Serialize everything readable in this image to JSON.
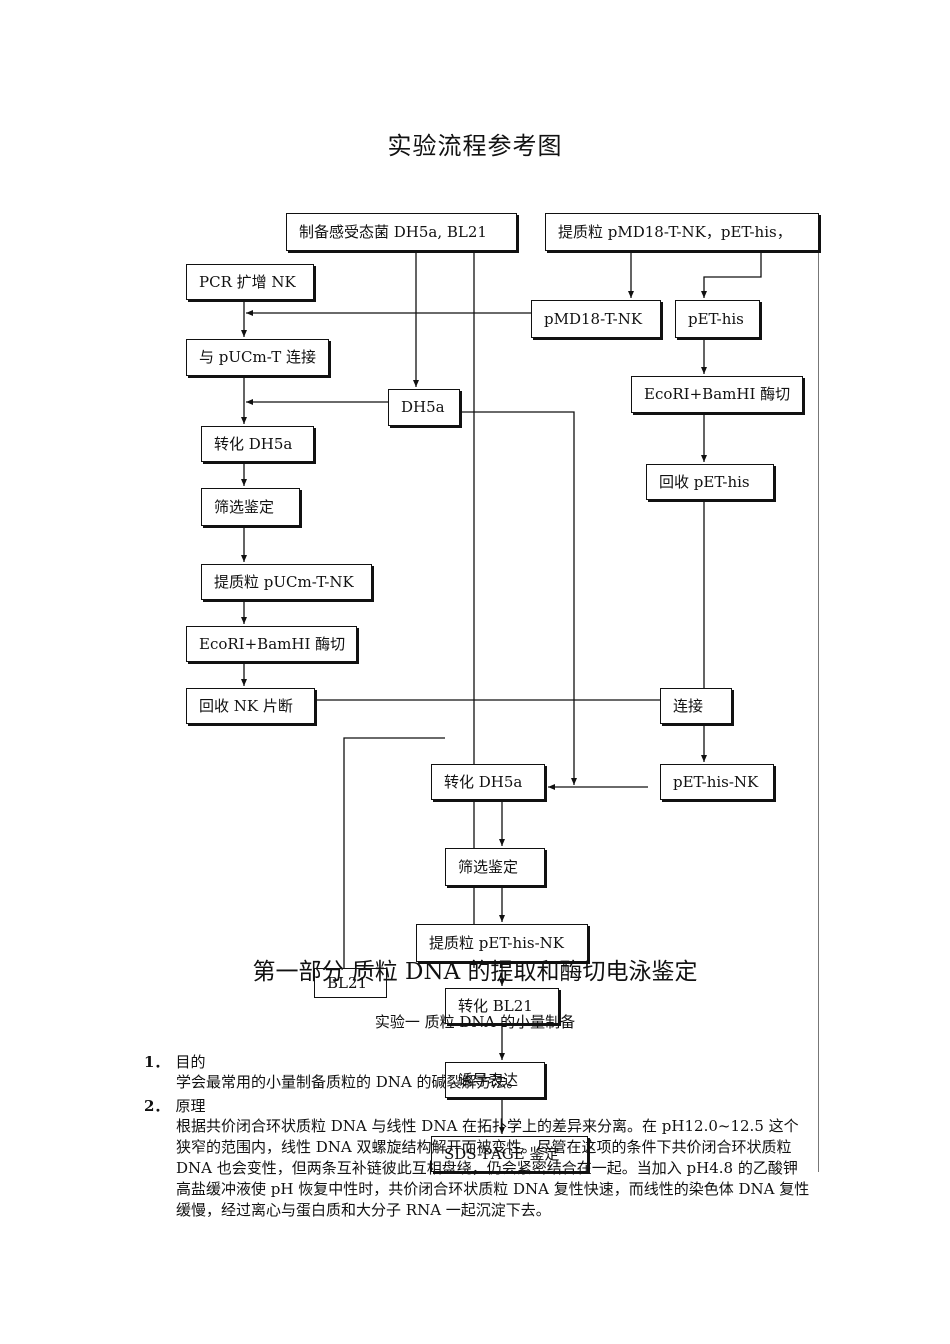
{
  "page_title": "实验流程参考图",
  "flowchart": {
    "prep_competent": "制备感受态菌 DH5a, BL21",
    "extract_plasmid": "提质粒  pMD18-T-NK，pET-his，",
    "pcr": "PCR 扩增 NK",
    "pmd18": "pMD18-T-NK",
    "pet_his": "pET-his",
    "ligate_pucm": "与 pUCm-T 连接",
    "dh5a": "DH5a",
    "ecori_1": "EcoRI+BamHI 酶切",
    "transform_1": "转化 DH5a",
    "recover_pet": "回收 pET-his",
    "screen_1": "筛选鉴定",
    "extract_pucm": "提质粒 pUCm-T-NK",
    "ecori_2": "EcoRI+BamHI 酶切",
    "recover_nk": "回收 NK 片断",
    "ligation": "连接",
    "transform_2": "转化 DH5a",
    "pet_his_nk": "pET-his-NK",
    "screen_2": "筛选鉴定",
    "extract_pet_nk": "提质粒 pET-his-NK",
    "bl21": "BL21",
    "transform_bl21": "转化 BL21",
    "induce": "诱导表达",
    "sds": "SDS-PAGE 鉴定"
  },
  "section": {
    "part_title": "第一部分  质粒 DNA 的提取和酶切电泳鉴定",
    "exp_title": "实验一    质粒 DNA 的小量制备",
    "h1_num": "1．",
    "h1_text": "目的",
    "p1": "学会最常用的小量制备质粒的 DNA 的碱裂解方法。",
    "h2_num": "2．",
    "h2_text": "原理",
    "p2": "根据共价闭合环状质粒 DNA 与线性 DNA 在拓扑学上的差异来分离。在 pH12.0~12.5 这个狭窄的范围内，线性 DNA 双螺旋结构解开而被变性。尽管在这项的条件下共价闭合环状质粒 DNA 也会变性，但两条互补链彼此互相盘绕，仍会紧密结合在一起。当加入 pH4.8 的乙酸钾高盐缓冲液使 pH 恢复中性时，共价闭合环状质粒 DNA 复性快速，而线性的染色体 DNA 复性缓慢，经过离心与蛋白质和大分子 RNA 一起沉淀下去。"
  }
}
